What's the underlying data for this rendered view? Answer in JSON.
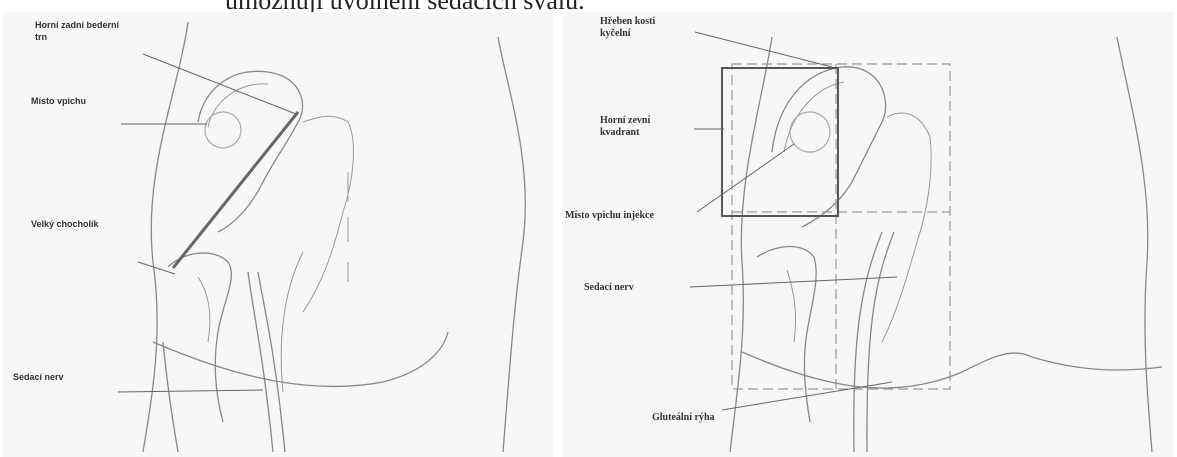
{
  "top_text": "umožňují uvolnění sedacích svalů.",
  "left_panel": {
    "labels": {
      "top_back_spine": "Horní zadní bederní trn",
      "injection_site": "Místo vpichu",
      "greater_trochanter": "Velký chocholík",
      "sciatic_nerve": "Sedací nerv"
    }
  },
  "right_panel": {
    "labels": {
      "iliac_crest": "Hřeben kosti kyčelní",
      "upper_outer_quadrant": "Horní zevní kvadrant",
      "injection_site": "Místo vpichu injekce",
      "sciatic_nerve": "Sedací nerv",
      "gluteal_fold": "Gluteální rýha"
    }
  }
}
